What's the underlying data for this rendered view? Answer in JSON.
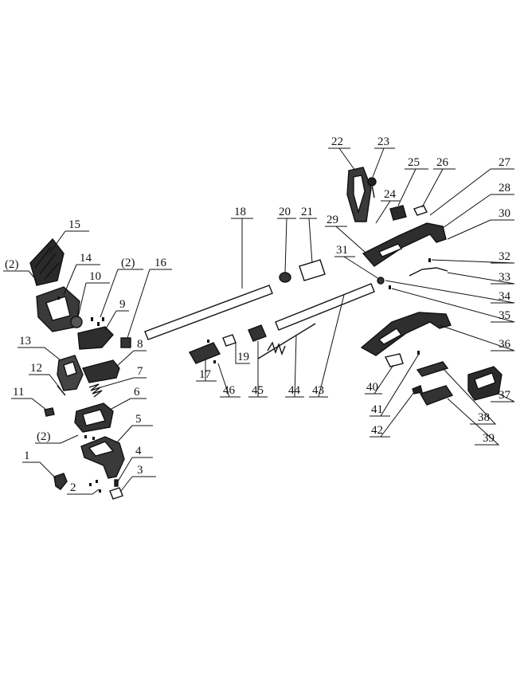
{
  "diagram": {
    "labels": {
      "n1": "1",
      "n2": "2",
      "n3": "3",
      "n4": "4",
      "n5": "5",
      "n6": "6",
      "n7": "7",
      "n8": "8",
      "n9": "9",
      "n10": "10",
      "n11": "11",
      "n12": "12",
      "n13": "13",
      "n14": "14",
      "n15": "15",
      "n16": "16",
      "n17": "17",
      "n18": "18",
      "n19": "19",
      "n20": "20",
      "n21": "21",
      "n22": "22",
      "n23": "23",
      "n24": "24",
      "n25": "25",
      "n26": "26",
      "n27": "27",
      "n28": "28",
      "n29": "29",
      "n30": "30",
      "n31": "31",
      "n32": "32",
      "n33": "33",
      "n34": "34",
      "n35": "35",
      "n36": "36",
      "n37": "37",
      "n38": "38",
      "n39": "39",
      "n40": "40",
      "n41": "41",
      "n42": "42",
      "n43": "43",
      "n44": "44",
      "n45": "45",
      "n46": "46",
      "qty_a": "(2)",
      "qty_b": "(2)",
      "qty_c": "(2)"
    }
  }
}
